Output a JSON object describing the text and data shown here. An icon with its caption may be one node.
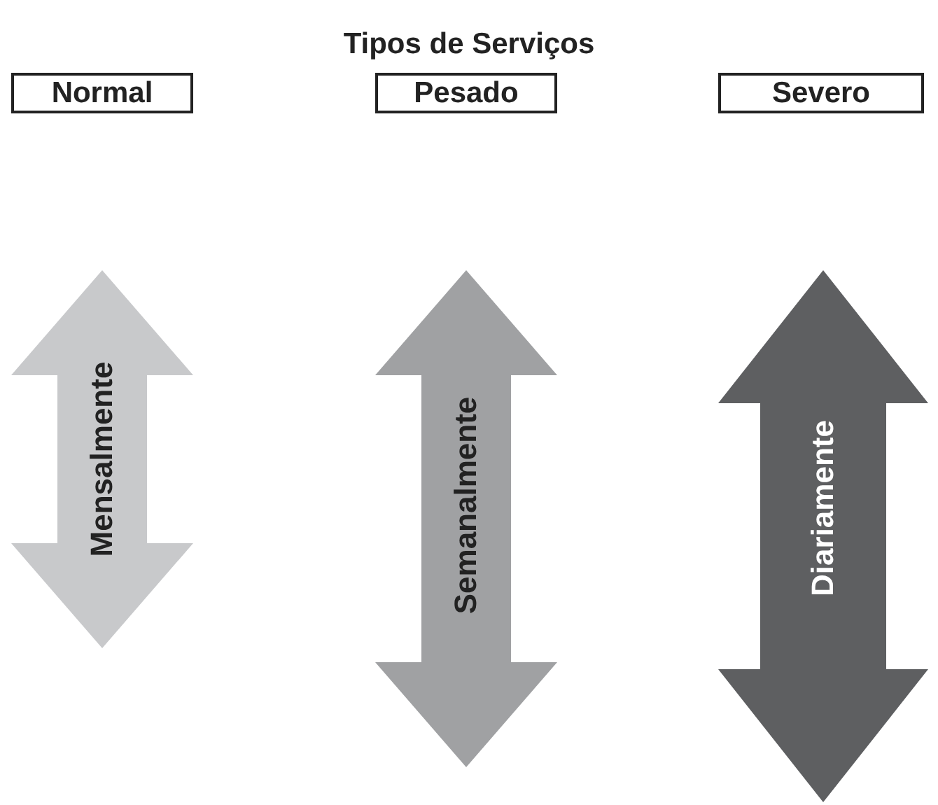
{
  "diagram": {
    "title": "Tipos de Serviços",
    "nodes": [
      {
        "text": [
          "Normal"
        ]
      },
      {
        "text": [
          "Pesado"
        ]
      },
      {
        "text": [
          "Severo"
        ]
      },
      {
        "text": [
          "Mensalmente"
        ]
      },
      {
        "text": [
          "Semanalmente"
        ]
      },
      {
        "text": [
          "Diariamente"
        ]
      }
    ],
    "edges": []
  }
}
